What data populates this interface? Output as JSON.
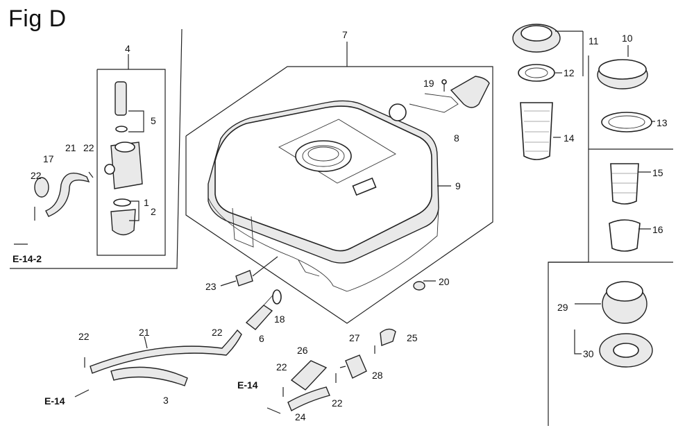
{
  "title": "Fig D",
  "callouts": {
    "c1": "1",
    "c2": "2",
    "c3": "3",
    "c4": "4",
    "c5": "5",
    "c6": "6",
    "c7": "7",
    "c8": "8",
    "c9": "9",
    "c10": "10",
    "c11": "11",
    "c12": "12",
    "c13": "13",
    "c14": "14",
    "c15": "15",
    "c16": "16",
    "c17": "17",
    "c18": "18",
    "c19": "19",
    "c20": "20",
    "c21a": "21",
    "c21b": "21",
    "c22a": "22",
    "c22b": "22",
    "c22c": "22",
    "c22d": "22",
    "c22e": "22",
    "c22f": "22",
    "c23": "23",
    "c24": "24",
    "c25": "25",
    "c26": "26",
    "c27": "27",
    "c28": "28",
    "c29": "29",
    "c30": "30"
  },
  "references": {
    "r1": "E-14-2",
    "r2": "E-14",
    "r3": "E-14"
  }
}
